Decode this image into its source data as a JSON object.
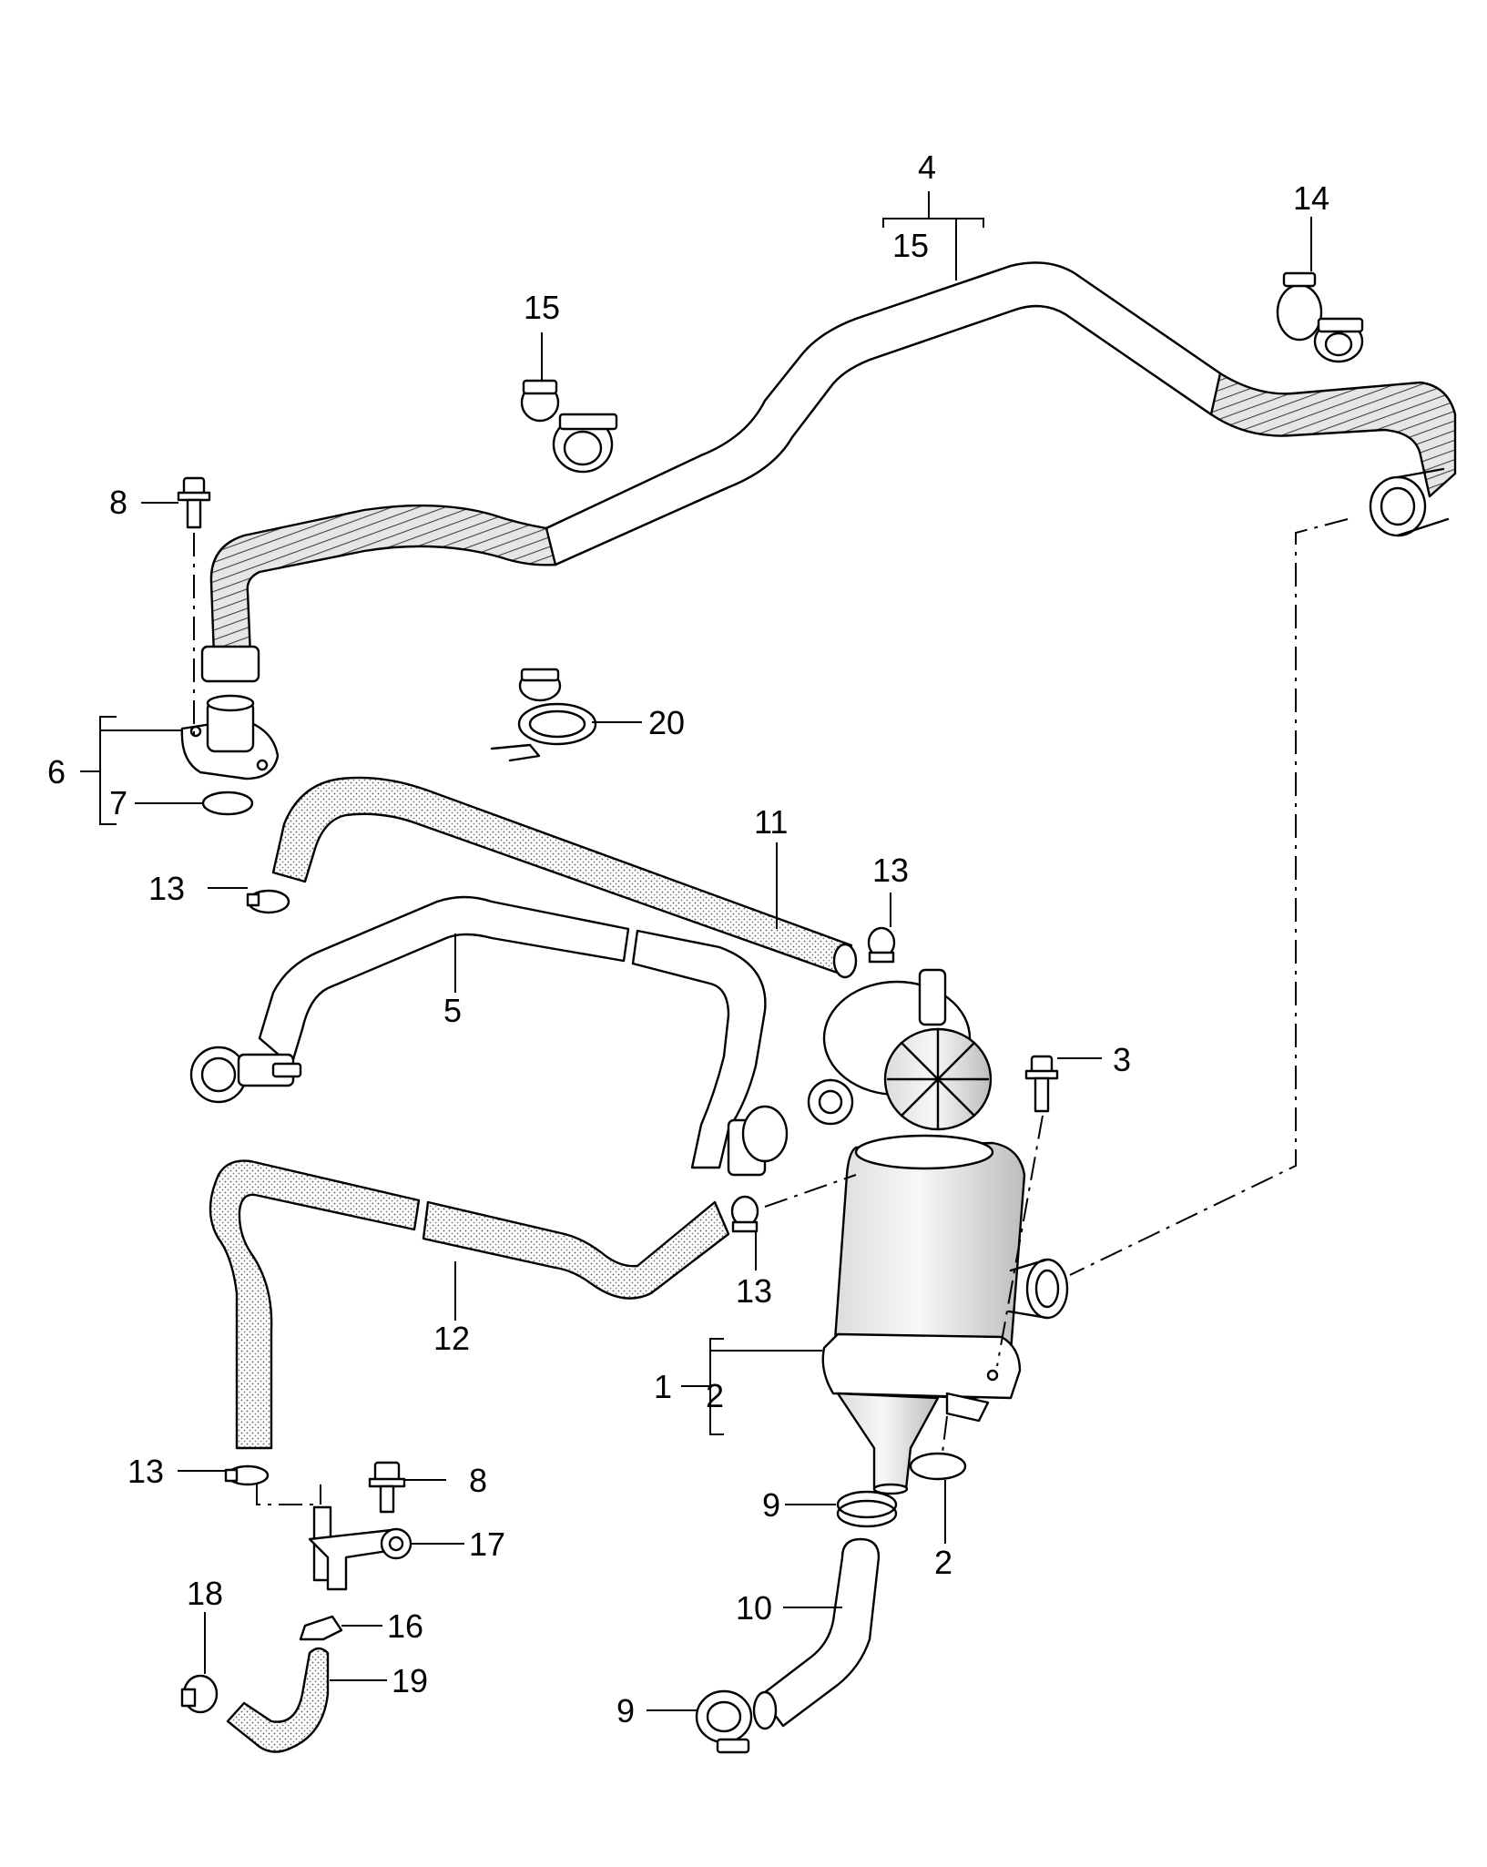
{
  "callouts": [
    {
      "id": "c4",
      "text": "4"
    },
    {
      "id": "c15a",
      "text": "15"
    },
    {
      "id": "c14",
      "text": "14"
    },
    {
      "id": "c15b",
      "text": "15"
    },
    {
      "id": "c8a",
      "text": "8"
    },
    {
      "id": "c20",
      "text": "20"
    },
    {
      "id": "c6",
      "text": "6"
    },
    {
      "id": "c7",
      "text": "7"
    },
    {
      "id": "c11",
      "text": "11"
    },
    {
      "id": "c13a",
      "text": "13"
    },
    {
      "id": "c13b",
      "text": "13"
    },
    {
      "id": "c5",
      "text": "5"
    },
    {
      "id": "c3",
      "text": "3"
    },
    {
      "id": "c13c",
      "text": "13"
    },
    {
      "id": "c12",
      "text": "12"
    },
    {
      "id": "c1",
      "text": "1"
    },
    {
      "id": "c2a",
      "text": "2"
    },
    {
      "id": "c13d",
      "text": "13"
    },
    {
      "id": "c8b",
      "text": "8"
    },
    {
      "id": "c17",
      "text": "17"
    },
    {
      "id": "c9a",
      "text": "9"
    },
    {
      "id": "c2b",
      "text": "2"
    },
    {
      "id": "c18",
      "text": "18"
    },
    {
      "id": "c16",
      "text": "16"
    },
    {
      "id": "c10",
      "text": "10"
    },
    {
      "id": "c19",
      "text": "19"
    },
    {
      "id": "c9b",
      "text": "9"
    }
  ]
}
